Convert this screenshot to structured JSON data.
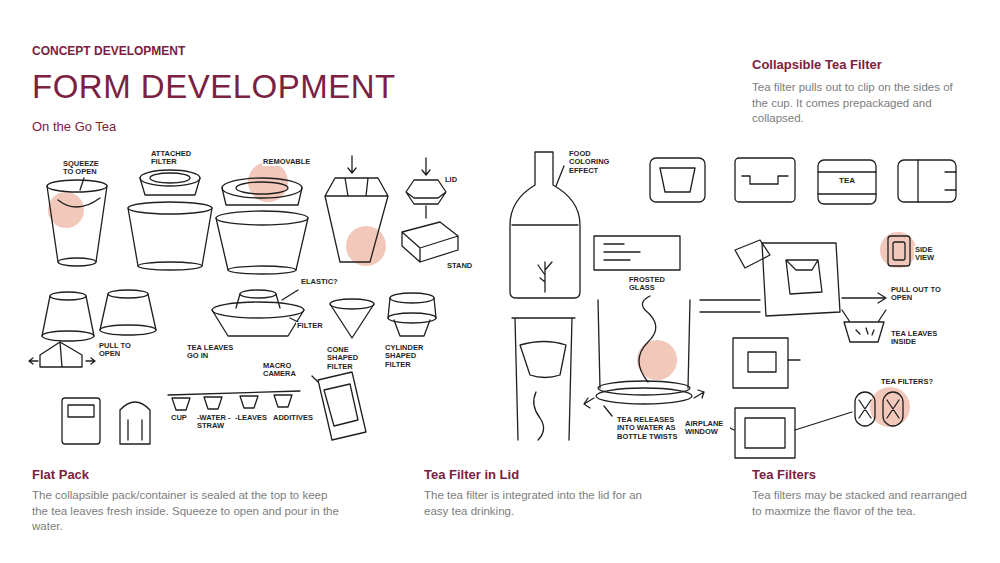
{
  "diagram": {
    "title": "FORM DEVELOPMENT",
    "labels": [
      "CONCEPT DEVELOPMENT",
      "On the Go Tea",
      "Collapsible Tea Filter",
      "Tea filter pulls out to clip on the sides of the cup. It comes prepackaged and collapsed.",
      "Flat Pack",
      "The collapsible pack/container is sealed at the top to keep the tea leaves fresh inside. Squeeze to open and pour in the water.",
      "Tea Filter in Lid",
      "The tea filter is integrated into the lid for an easy tea drinking.",
      "Tea Filters",
      "Tea filters may be stacked and rearranged to maxmize the flavor of the tea.",
      "SQUEEZE TO OPEN",
      "ATTACHED FILTER",
      "REMOVABLE",
      "LID",
      "STAND",
      "ELASTIC?",
      "FILTER",
      "TEA LEAVES GO IN",
      "PULL TO OPEN",
      "CONE SHAPED FILTER",
      "CYLINDER SHAPED FILTER",
      "MACRO CAMERA",
      "CUP",
      "-WATER -STRAW",
      "-LEAVES",
      "ADDITIVES",
      "FOOD COLORING EFFECT",
      "FROSTED GLASS",
      "TEA RELEASES INTO WATER AS BOTTLE TWISTS",
      "TEA",
      "SIDE VIEW",
      "PULL OUT TO OPEN",
      "TEA LEAVES INSIDE",
      "TEA FILTERS?",
      "AIRPLANE WINDOW"
    ]
  }
}
